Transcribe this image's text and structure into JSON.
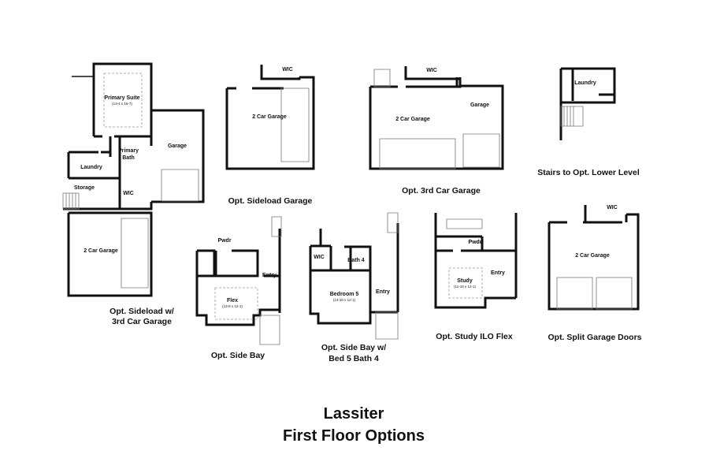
{
  "title": {
    "line1": "Lassiter",
    "line2": "First Floor Options"
  },
  "plans": [
    {
      "caption": [
        "Opt. Sideload w/",
        "3rd Car Garage"
      ],
      "rooms": [
        {
          "name": "Primary Suite",
          "dim": "(13-4 x 16-7)"
        },
        {
          "name": "Primary",
          "name2": "Bath"
        },
        {
          "name": "Laundry"
        },
        {
          "name": "Storage"
        },
        {
          "name": "WIC"
        },
        {
          "name": "Garage"
        },
        {
          "name": "2 Car Garage"
        }
      ]
    },
    {
      "caption": [
        "Opt. Sideload Garage"
      ],
      "rooms": [
        {
          "name": "WIC"
        },
        {
          "name": "2 Car Garage"
        }
      ]
    },
    {
      "caption": [
        "Opt. 3rd Car Garage"
      ],
      "rooms": [
        {
          "name": "WIC"
        },
        {
          "name": "2 Car Garage"
        },
        {
          "name": "Garage"
        }
      ]
    },
    {
      "caption": [
        "Stairs to Opt. Lower Level"
      ],
      "rooms": [
        {
          "name": "Laundry"
        }
      ]
    },
    {
      "caption": [
        "Opt. Side Bay"
      ],
      "rooms": [
        {
          "name": "Pwdr"
        },
        {
          "name": "Flex",
          "dim": "(13-8 x 12-1)"
        },
        {
          "name": "Entry"
        }
      ]
    },
    {
      "caption": [
        "Opt. Side Bay w/",
        "Bed 5 Bath 4"
      ],
      "rooms": [
        {
          "name": "WIC"
        },
        {
          "name": "Bath 4"
        },
        {
          "name": "Bedroom 5",
          "dim": "(13-10 x 12-1)"
        },
        {
          "name": "Entry"
        }
      ]
    },
    {
      "caption": [
        "Opt. Study ILO Flex"
      ],
      "rooms": [
        {
          "name": "Pwdr"
        },
        {
          "name": "Study",
          "dim": "(11-10 x 12-1)"
        },
        {
          "name": "Entry"
        }
      ]
    },
    {
      "caption": [
        "Opt. Split Garage Doors"
      ],
      "rooms": [
        {
          "name": "WIC"
        },
        {
          "name": "2 Car Garage"
        }
      ]
    }
  ]
}
